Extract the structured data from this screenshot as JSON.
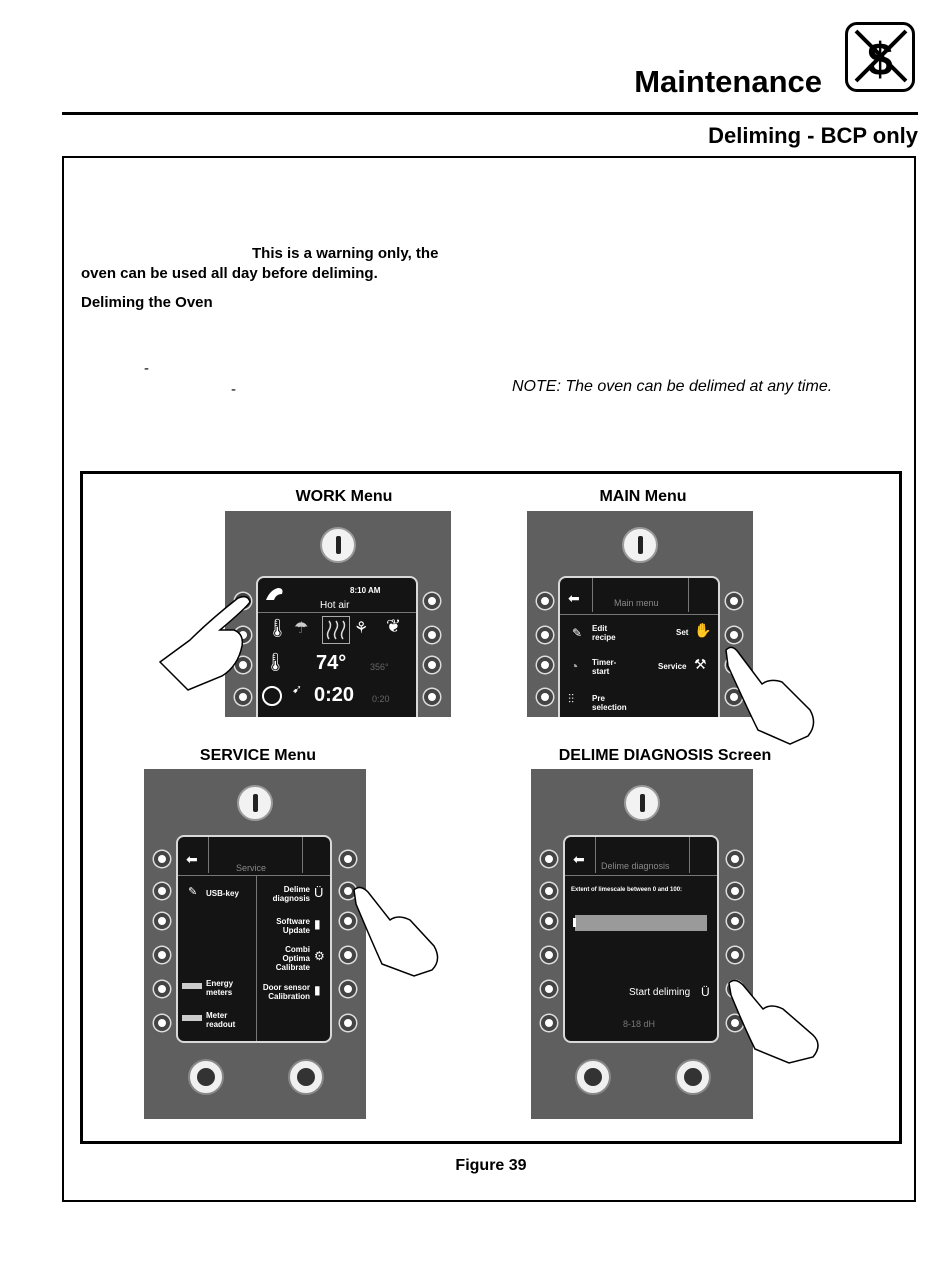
{
  "header": {
    "title": "Maintenance",
    "subtitle": "Deliming - BCP only",
    "logo_icon": "no-dollar-icon"
  },
  "body": {
    "warning_line1": "This is a warning only, the",
    "warning_line2": "oven can be used all day before deliming.",
    "section_heading": "Deliming the Oven",
    "dash1": "-",
    "dash2": "-",
    "note": "NOTE:  The oven can be delimed at any time."
  },
  "figure": {
    "caption": "Figure 39",
    "work": {
      "label": "WORK Menu",
      "time": "8:10 AM",
      "mode": "Hot air",
      "temp": "74°",
      "temp_f": "356°",
      "timer": "0:20",
      "timer_small": "0:20"
    },
    "main": {
      "label": "MAIN Menu",
      "header": "Main menu",
      "edit_recipe": "Edit recipe",
      "timer_start": "Timer-start",
      "pre_selection": "Pre selection",
      "set": "Set",
      "service": "Service"
    },
    "service": {
      "label": "SERVICE Menu",
      "header": "Service",
      "usb_key": "USB-key",
      "energy_meters": "Energy meters",
      "meter_readout": "Meter readout",
      "delime_diagnosis": "Delime diagnosis",
      "software_update": "Software Update",
      "combi_calibrate": "Combi Optima Calibrate",
      "door_sensor": "Door sensor Calibration"
    },
    "delime": {
      "label": "DELIME DIAGNOSIS Screen",
      "header": "Delime diagnosis",
      "extent": "Extent of limescale between 0 and 100:",
      "start": "Start deliming",
      "range": "8-18 dH"
    }
  }
}
